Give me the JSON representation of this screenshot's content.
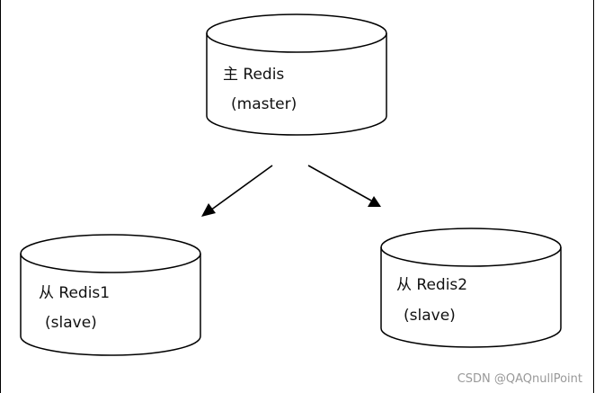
{
  "diagram": {
    "master": {
      "line1": "主 Redis",
      "line2": "(master)"
    },
    "slave1": {
      "line1": "从 Redis1",
      "line2": "(slave)"
    },
    "slave2": {
      "line1": "从 Redis2",
      "line2": "(slave)"
    }
  },
  "watermark": "CSDN @QAQnullPoint",
  "colors": {
    "stroke": "#000000",
    "background": "#ffffff",
    "watermark": "#999999"
  }
}
